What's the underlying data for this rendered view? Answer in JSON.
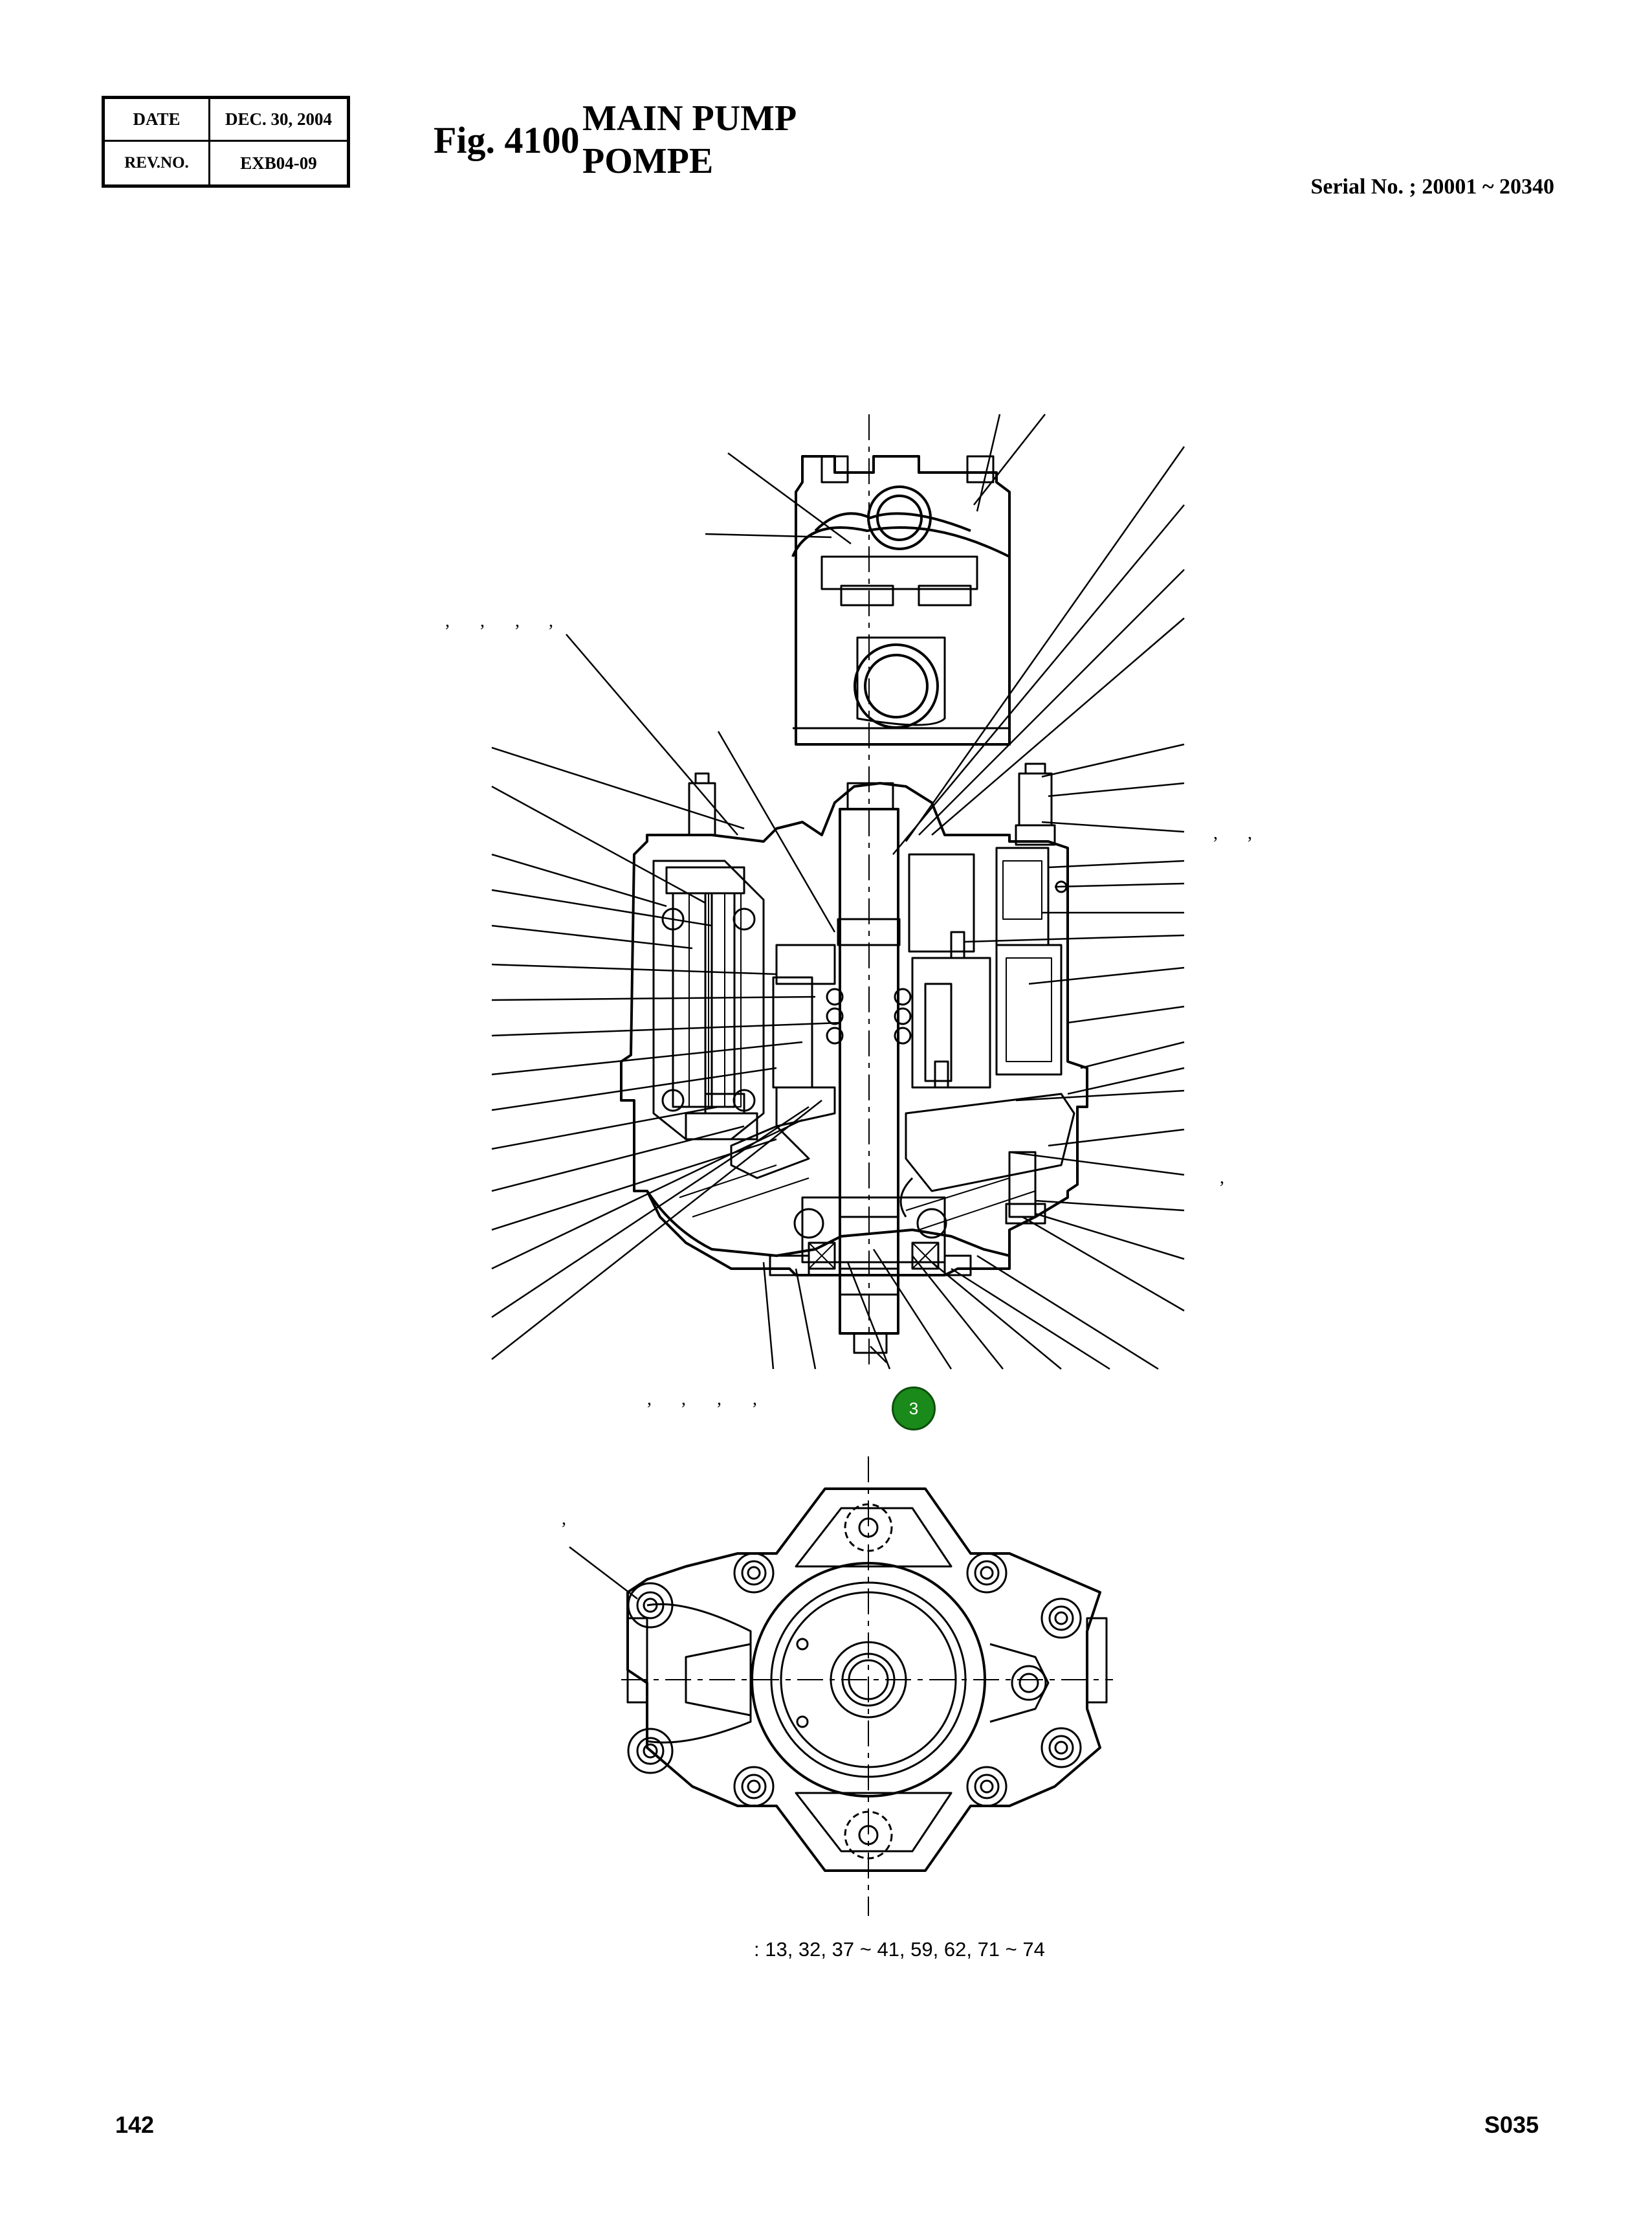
{
  "header": {
    "date_label": "DATE",
    "date_value": "DEC. 30, 2004",
    "rev_label": "REV.NO.",
    "rev_value": "EXB04-09",
    "fig_label": "Fig. 4100",
    "title_en": "MAIN PUMP",
    "title_fr": "POMPE",
    "serial": "Serial No. ; 20001 ~ 20340"
  },
  "drawing": {
    "callout_number": "3",
    "callout_color": "#1a8a1a",
    "comma_marks": [
      ",",
      ",",
      ",",
      ",",
      ",",
      ",",
      ",",
      ",",
      ",",
      ",",
      ",",
      ",",
      ","
    ]
  },
  "parts_note": ":  13, 32, 37 ~ 41, 59, 62, 71 ~ 74",
  "footer": {
    "page_number": "142",
    "code": "S035"
  }
}
